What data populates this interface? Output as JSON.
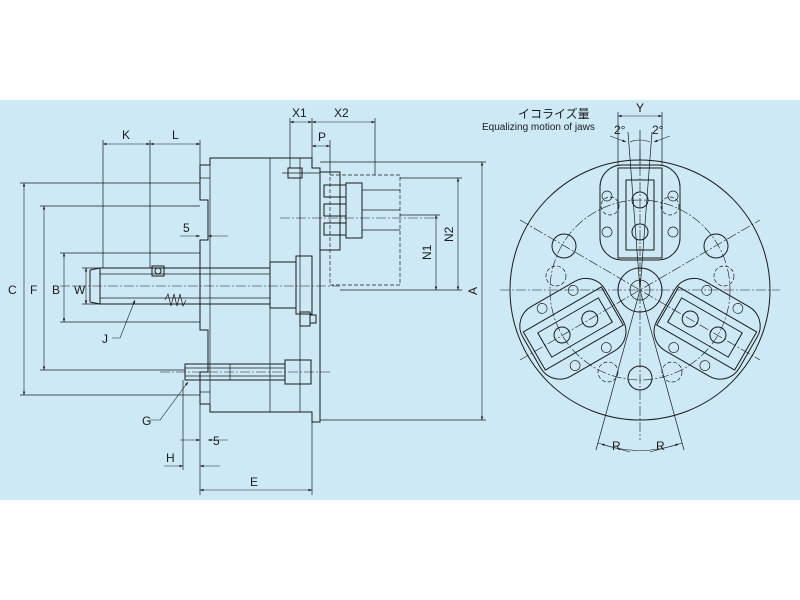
{
  "labels": {
    "K": "K",
    "L": "L",
    "X1": "X1",
    "X2": "X2",
    "P": "P",
    "C": "C",
    "F": "F",
    "B": "B",
    "W": "W",
    "five_top": "5",
    "five_bottom": "5",
    "J": "J",
    "G": "G",
    "H": "H",
    "E": "E",
    "N1": "N1",
    "N2": "N2",
    "A": "A",
    "Y": "Y",
    "deg_left": "2°",
    "deg_right": "2°",
    "R_left": "R",
    "R_right": "R"
  },
  "jp_label": "イコライズ量",
  "en_label": "Equalizing motion of jaws",
  "colors": {
    "panel": "#cde9f6",
    "ink": "#1a1a1a",
    "page": "#ffffff"
  }
}
